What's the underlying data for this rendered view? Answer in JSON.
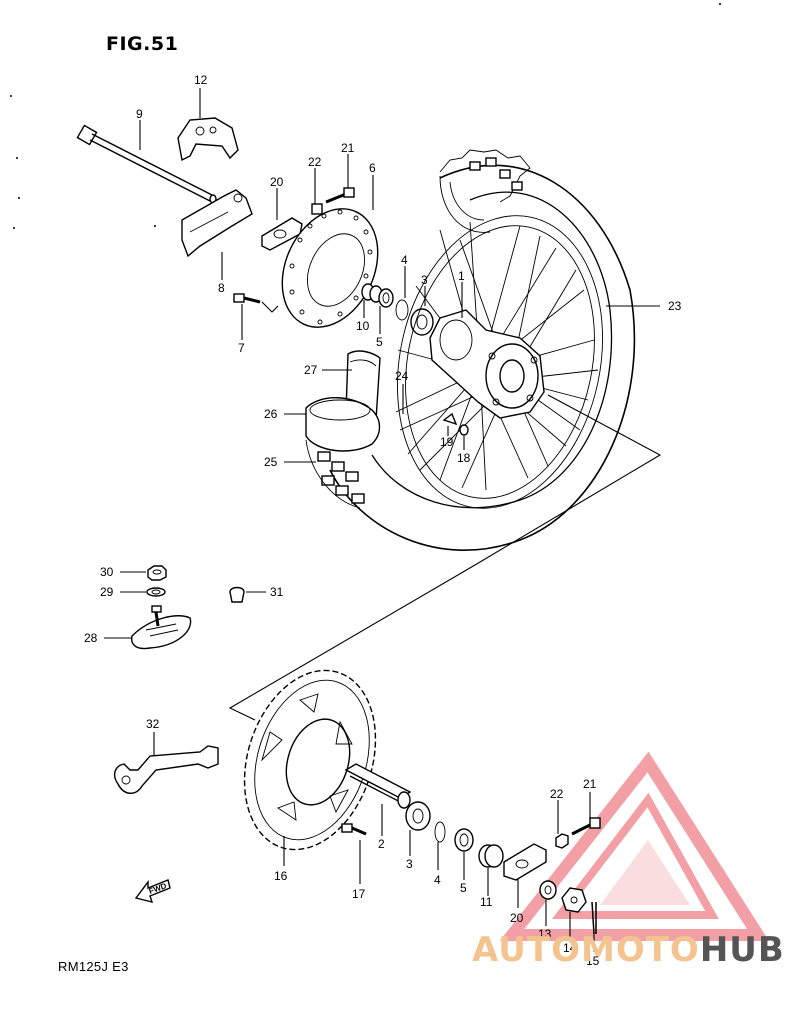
{
  "figure": {
    "title": "FIG.51",
    "model_code": "RM125J  E3"
  },
  "callouts": {
    "p1": "1",
    "p2": "2",
    "p3a": "3",
    "p3b": "3",
    "p4a": "4",
    "p4b": "4",
    "p5a": "5",
    "p5b": "5",
    "p6": "6",
    "p7": "7",
    "p8": "8",
    "p9": "9",
    "p10": "10",
    "p11": "11",
    "p12": "12",
    "p13": "13",
    "p14": "14",
    "p15": "15",
    "p16": "16",
    "p17": "17",
    "p18": "18",
    "p19": "19",
    "p20a": "20",
    "p20b": "20",
    "p21a": "21",
    "p21b": "21",
    "p22a": "22",
    "p22b": "22",
    "p23": "23",
    "p24": "24",
    "p25": "25",
    "p26": "26",
    "p27": "27",
    "p28": "28",
    "p29": "29",
    "p30": "30",
    "p31": "31",
    "p32": "32"
  },
  "fwd_label": "FWD",
  "watermark": {
    "word1": "AUTO",
    "word2": "MOTO",
    "word3": "HUB",
    "color_primary": "#e8535c",
    "color_secondary": "#f3c48f",
    "color_text_dark": "#555555"
  }
}
